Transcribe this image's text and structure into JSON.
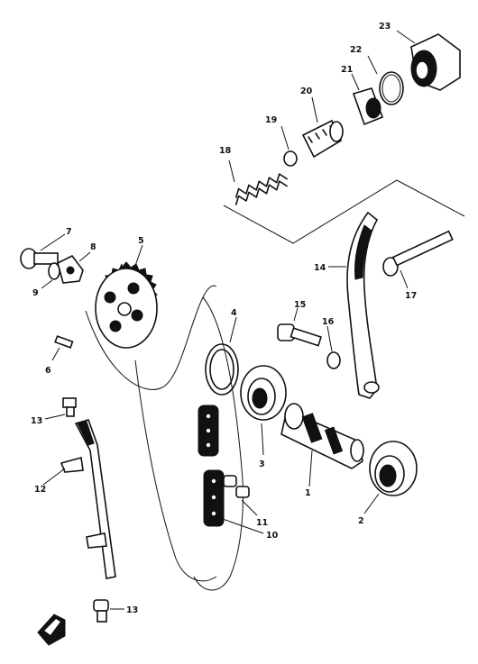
{
  "parts": [
    {
      "id": "camshaft",
      "label": "1"
    },
    {
      "id": "bearing-2",
      "label": "2"
    },
    {
      "id": "bearing-3",
      "label": "3"
    },
    {
      "id": "o-ring-4",
      "label": "4"
    },
    {
      "id": "cam-sprocket",
      "label": "5"
    },
    {
      "id": "dowel-pin",
      "label": "6"
    },
    {
      "id": "sprocket-bolt",
      "label": "7"
    },
    {
      "id": "lock-washer",
      "label": "8"
    },
    {
      "id": "plain-washer",
      "label": "9"
    },
    {
      "id": "cam-chain",
      "label": "10"
    },
    {
      "id": "chain-joint",
      "label": "11"
    },
    {
      "id": "chain-guide",
      "label": "12"
    },
    {
      "id": "guide-bolt-upper",
      "label": "13"
    },
    {
      "id": "guide-bolt-lower",
      "label": "13"
    },
    {
      "id": "tensioner-guide",
      "label": "14"
    },
    {
      "id": "pivot-bolt",
      "label": "15"
    },
    {
      "id": "pivot-washer",
      "label": "16"
    },
    {
      "id": "guide-shaft",
      "label": "17"
    },
    {
      "id": "tensioner-spring",
      "label": "18"
    },
    {
      "id": "spring-seat",
      "label": "19"
    },
    {
      "id": "push-rod",
      "label": "20"
    },
    {
      "id": "tensioner-nut",
      "label": "21"
    },
    {
      "id": "gasket-ring",
      "label": "22"
    },
    {
      "id": "tensioner-cap",
      "label": "23"
    }
  ]
}
